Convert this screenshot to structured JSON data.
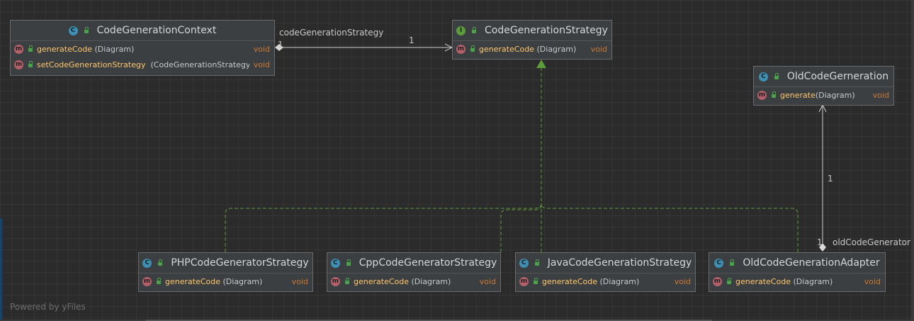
{
  "nodes": {
    "context": {
      "title": "CodeGenerationContext",
      "kind": "class",
      "methods": [
        {
          "name": "generateCode",
          "params": "(Diagram)",
          "returns": "void"
        },
        {
          "name": "setCodeGenerationStrategy",
          "params": "(CodeGenerationStrategy )",
          "returns": "void"
        }
      ]
    },
    "strategy": {
      "title": "CodeGenerationStrategy",
      "kind": "interface",
      "methods": [
        {
          "name": "generateCode",
          "params": "(Diagram)",
          "returns": "void"
        }
      ]
    },
    "old": {
      "title": "OldCodeGerneration",
      "kind": "class",
      "methods": [
        {
          "name": "generate",
          "params": "(Diagram)",
          "returns": "void"
        }
      ]
    },
    "php": {
      "title": "PHPCodeGeneratorStrategy",
      "kind": "class",
      "methods": [
        {
          "name": "generateCode",
          "params": "(Diagram)",
          "returns": "void"
        }
      ]
    },
    "cpp": {
      "title": "CppCodeGeneratorStrategy",
      "kind": "class",
      "methods": [
        {
          "name": "generateCode",
          "params": "(Diagram)",
          "returns": "void"
        }
      ]
    },
    "java": {
      "title": "JavaCodeGenerationStrategy",
      "kind": "class",
      "methods": [
        {
          "name": "generateCode",
          "params": "(Diagram)",
          "returns": "void"
        }
      ]
    },
    "adapter": {
      "title": "OldCodeGenerationAdapter",
      "kind": "class",
      "methods": [
        {
          "name": "generateCode",
          "params": "(Diagram)",
          "returns": "void"
        }
      ]
    }
  },
  "edges": {
    "context_strategy": {
      "role": "codeGenerationStrategy",
      "source_mult": "1",
      "target_mult": "1"
    },
    "adapter_old": {
      "role": "oldCodeGenerator",
      "source_mult": "1",
      "target_mult": "1"
    }
  },
  "badges": {
    "class": "C",
    "interface": "I",
    "method": "m"
  },
  "colors": {
    "background": "#2b2b2b",
    "association": "#cfcfcf",
    "realization": "#5e9b3a",
    "method_name": "#ffc66d",
    "return_type": "#cc7832"
  },
  "watermark": "Powered by yFiles"
}
